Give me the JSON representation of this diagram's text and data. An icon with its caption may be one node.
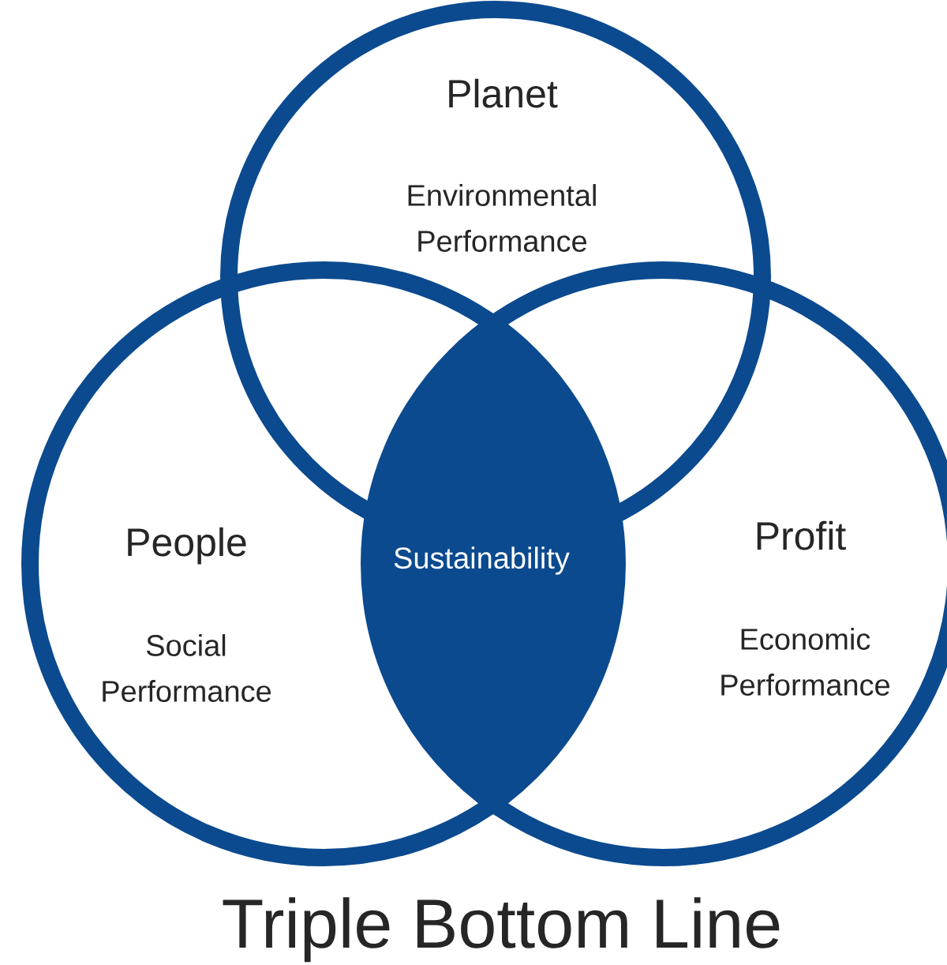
{
  "diagram": {
    "title": "Triple Bottom Line",
    "nodes": [
      {
        "text": [
          "Planet",
          "Environmental Performance"
        ]
      },
      {
        "text": [
          "People",
          "Social Performance"
        ]
      },
      {
        "text": [
          "Profit",
          "Economic Performance"
        ]
      },
      {
        "text": [
          "Sustainability"
        ]
      }
    ]
  }
}
